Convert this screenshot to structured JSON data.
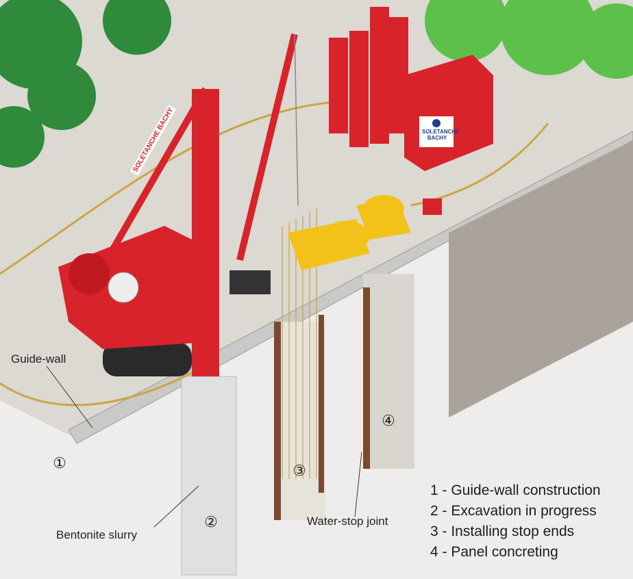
{
  "labels": {
    "guide_wall": "Guide-wall",
    "bentonite": "Bentonite slurry",
    "water_stop": "Water-stop joint"
  },
  "markers": [
    "①",
    "②",
    "③",
    "④"
  ],
  "legend": [
    "1 - Guide-wall construction",
    "2 - Excavation in progress",
    "3 - Installing stop ends",
    "4 - Panel concreting"
  ],
  "brand": "SOLETANCHE BACHY",
  "colors": {
    "rig": "#d8232a",
    "truck": "#f2c21a",
    "ground": "#dcd8d2",
    "tree": "#2f8a3c"
  }
}
